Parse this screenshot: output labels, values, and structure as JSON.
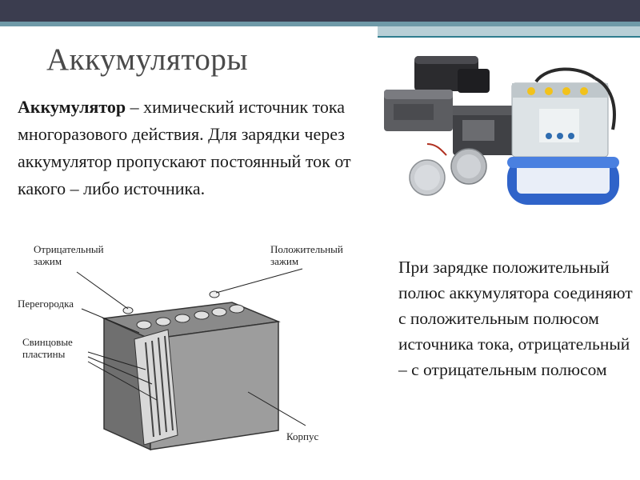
{
  "slide": {
    "title": "Аккумуляторы",
    "definition": {
      "term": "Аккумулятор",
      "text": " – химический источник тока многоразового действия. Для зарядки через аккумулятор пропускают постоянный ток от какого – либо источника."
    },
    "note": "При зарядке положительный полюс аккумулятора соединяют с положительным полюсом источника тока, отрицательный – с отрицательным полюсом"
  },
  "diagram": {
    "labels": {
      "negative_terminal": "Отрицательный\nзажим",
      "positive_terminal": "Положительный\nзажим",
      "partition": "Перегородка",
      "lead_plates": "Свинцовые\nпластины",
      "case": "Корпус"
    }
  },
  "colors": {
    "header_dark": "#3b3d4f",
    "header_teal": "#6f9aa8",
    "accent": "#2f7d8f"
  }
}
